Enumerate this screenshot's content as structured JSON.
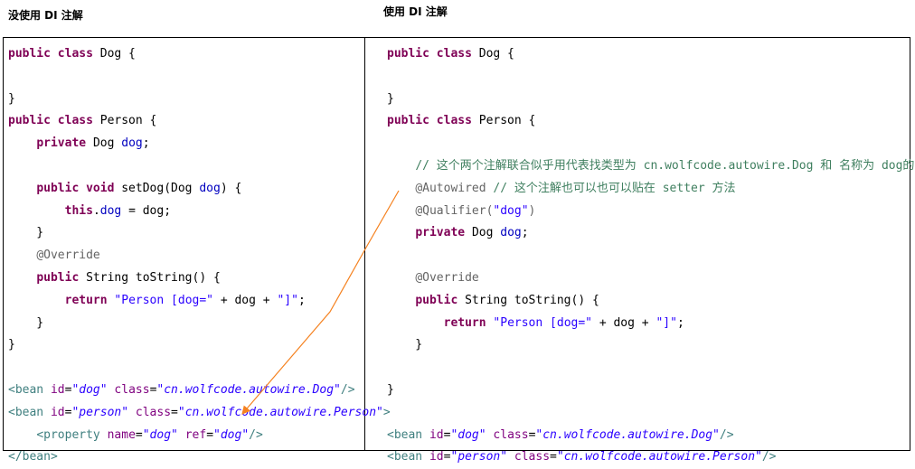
{
  "headers": {
    "left": "没使用 DI 注解",
    "right": "使用 DI 注解"
  },
  "left_code": [
    [
      [
        "kw",
        "public class "
      ],
      [
        "plain",
        "Dog {"
      ]
    ],
    [],
    [
      [
        "plain",
        "}"
      ]
    ],
    [
      [
        "kw",
        "public class "
      ],
      [
        "plain",
        "Person {"
      ]
    ],
    [
      [
        "plain",
        "    "
      ],
      [
        "kw",
        "private "
      ],
      [
        "plain",
        "Dog "
      ],
      [
        "field",
        "dog"
      ],
      [
        "plain",
        ";"
      ]
    ],
    [],
    [
      [
        "plain",
        "    "
      ],
      [
        "kw",
        "public void "
      ],
      [
        "plain",
        "setDog(Dog "
      ],
      [
        "field",
        "dog"
      ],
      [
        "plain",
        ") {"
      ]
    ],
    [
      [
        "plain",
        "        "
      ],
      [
        "kw",
        "this"
      ],
      [
        "plain",
        "."
      ],
      [
        "field",
        "dog"
      ],
      [
        "plain",
        " = dog;"
      ]
    ],
    [
      [
        "plain",
        "    }"
      ]
    ],
    [
      [
        "plain",
        "    "
      ],
      [
        "ann",
        "@Override"
      ]
    ],
    [
      [
        "plain",
        "    "
      ],
      [
        "kw",
        "public "
      ],
      [
        "plain",
        "String toString() {"
      ]
    ],
    [
      [
        "plain",
        "        "
      ],
      [
        "kw",
        "return "
      ],
      [
        "str",
        "\"Person [dog=\""
      ],
      [
        "plain",
        " + dog + "
      ],
      [
        "str",
        "\"]\""
      ],
      [
        "plain",
        ";"
      ]
    ],
    [
      [
        "plain",
        "    }"
      ]
    ],
    [
      [
        "plain",
        "}"
      ]
    ],
    [],
    [
      [
        "tag",
        "<bean "
      ],
      [
        "attr",
        "id"
      ],
      [
        "plain",
        "="
      ],
      [
        "attrval",
        "\"dog\""
      ],
      [
        "plain",
        " "
      ],
      [
        "attr",
        "class"
      ],
      [
        "plain",
        "="
      ],
      [
        "attrval",
        "\"cn.wolfcode.autowire.Dog\""
      ],
      [
        "tag",
        "/>"
      ]
    ],
    [
      [
        "tag",
        "<bean "
      ],
      [
        "attr",
        "id"
      ],
      [
        "plain",
        "="
      ],
      [
        "attrval",
        "\"person\""
      ],
      [
        "plain",
        " "
      ],
      [
        "attr",
        "class"
      ],
      [
        "plain",
        "="
      ],
      [
        "attrval",
        "\"cn.wolfcode.autowire.Person\""
      ],
      [
        "tag",
        ">"
      ]
    ],
    [
      [
        "plain",
        "    "
      ],
      [
        "tag",
        "<property "
      ],
      [
        "attr",
        "name"
      ],
      [
        "plain",
        "="
      ],
      [
        "attrval",
        "\"dog\""
      ],
      [
        "plain",
        " "
      ],
      [
        "attr",
        "ref"
      ],
      [
        "plain",
        "="
      ],
      [
        "attrval",
        "\"dog\""
      ],
      [
        "tag",
        "/>"
      ]
    ],
    [
      [
        "tag",
        "</bean>"
      ]
    ]
  ],
  "right_code": [
    [
      [
        "kw",
        "public class "
      ],
      [
        "plain",
        "Dog {"
      ]
    ],
    [],
    [
      [
        "plain",
        "}"
      ]
    ],
    [
      [
        "kw",
        "public class "
      ],
      [
        "plain",
        "Person {"
      ]
    ],
    [],
    [
      [
        "plain",
        "    "
      ],
      [
        "comment",
        "// 这个两个注解联合似乎用代表找类型为 cn.wolfcode.autowire.Dog 和 名称为 dog的 bean"
      ]
    ],
    [
      [
        "plain",
        "    "
      ],
      [
        "ann",
        "@Autowired"
      ],
      [
        "plain",
        " "
      ],
      [
        "comment",
        "// 这个注解也可以也可以贴在 setter 方法"
      ]
    ],
    [
      [
        "plain",
        "    "
      ],
      [
        "ann",
        "@Qualifier("
      ],
      [
        "str",
        "\"dog\""
      ],
      [
        "ann",
        ")"
      ]
    ],
    [
      [
        "plain",
        "    "
      ],
      [
        "kw",
        "private "
      ],
      [
        "plain",
        "Dog "
      ],
      [
        "field",
        "dog"
      ],
      [
        "plain",
        ";"
      ]
    ],
    [],
    [
      [
        "plain",
        "    "
      ],
      [
        "ann",
        "@Override"
      ]
    ],
    [
      [
        "plain",
        "    "
      ],
      [
        "kw",
        "public "
      ],
      [
        "plain",
        "String toString() {"
      ]
    ],
    [
      [
        "plain",
        "        "
      ],
      [
        "kw",
        "return "
      ],
      [
        "str",
        "\"Person [dog=\""
      ],
      [
        "plain",
        " + dog + "
      ],
      [
        "str",
        "\"]\""
      ],
      [
        "plain",
        ";"
      ]
    ],
    [
      [
        "plain",
        "    }"
      ]
    ],
    [],
    [
      [
        "plain",
        "}"
      ]
    ],
    [],
    [
      [
        "tag",
        "<bean "
      ],
      [
        "attr",
        "id"
      ],
      [
        "plain",
        "="
      ],
      [
        "attrval",
        "\"dog\""
      ],
      [
        "plain",
        " "
      ],
      [
        "attr",
        "class"
      ],
      [
        "plain",
        "="
      ],
      [
        "attrval",
        "\"cn.wolfcode.autowire.Dog\""
      ],
      [
        "tag",
        "/>"
      ]
    ],
    [
      [
        "tag",
        "<bean "
      ],
      [
        "attr",
        "id"
      ],
      [
        "plain",
        "="
      ],
      [
        "attrval",
        "\"person\""
      ],
      [
        "plain",
        " "
      ],
      [
        "attr",
        "class"
      ],
      [
        "plain",
        "="
      ],
      [
        "attrval",
        "\"cn.wolfcode.autowire.Person\""
      ],
      [
        "tag",
        "/>"
      ]
    ]
  ],
  "colors": {
    "keyword": "#7f0055",
    "field": "#0000c0",
    "string": "#2a00ff",
    "comment": "#3f7f5f",
    "annotation": "#646464",
    "xml_tag": "#3f7f7f",
    "xml_attr": "#7f007f",
    "arrow": "#f58220"
  }
}
